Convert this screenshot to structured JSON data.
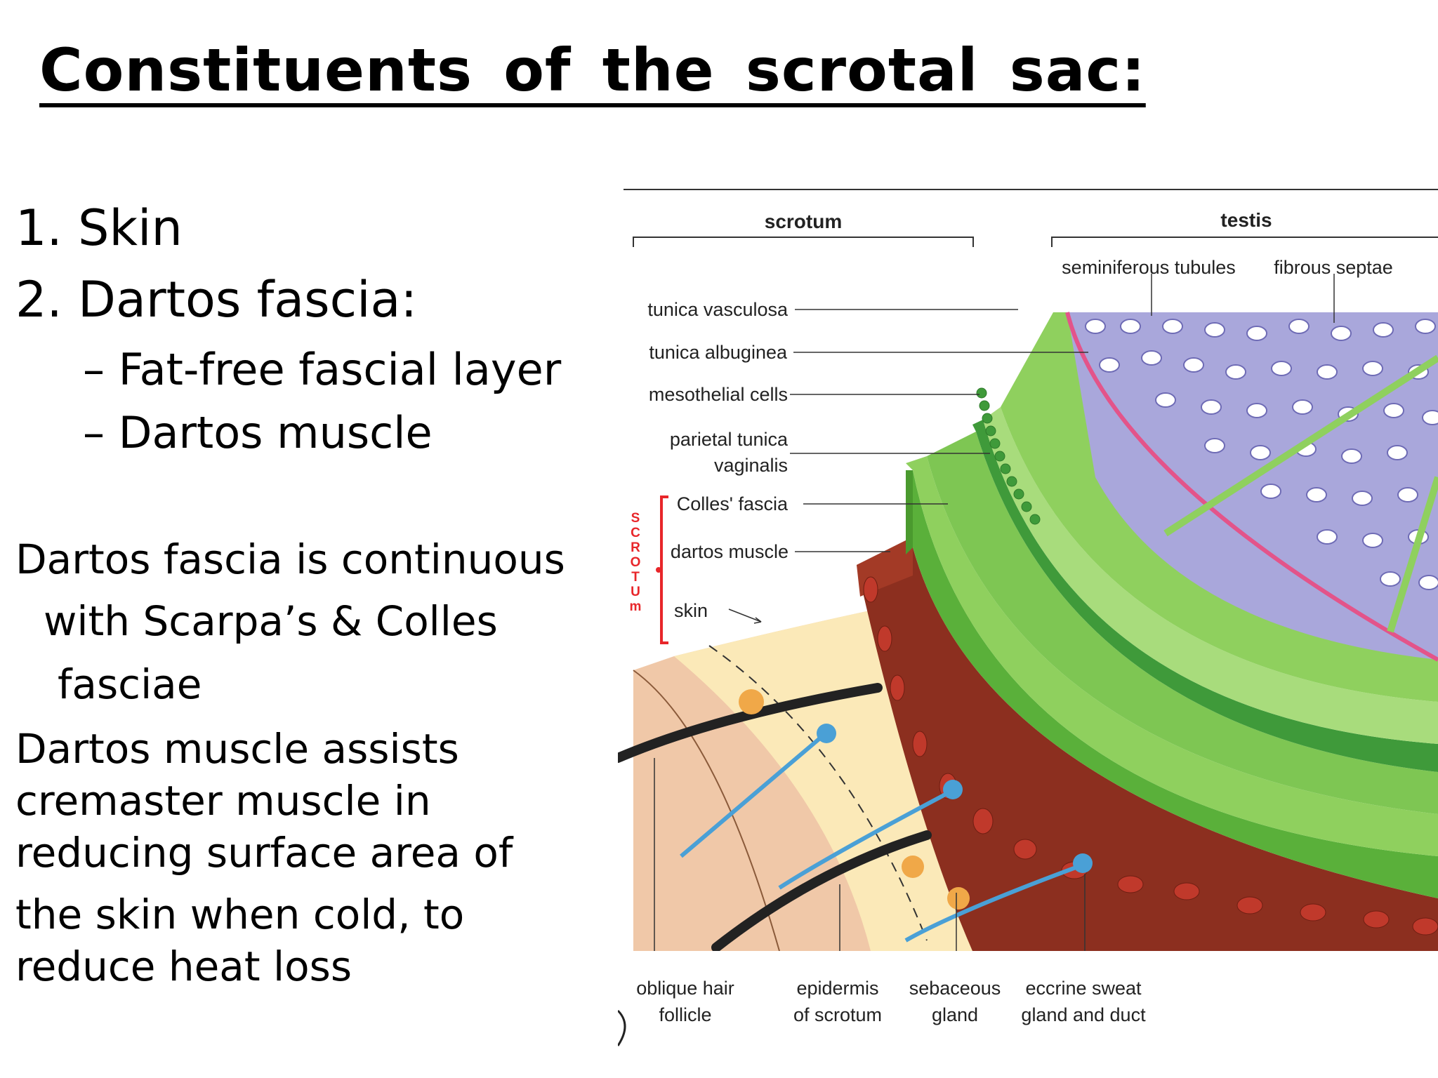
{
  "title": "Constituents  of the scrotal sac:",
  "list": {
    "item1": "1. Skin",
    "item2": "2. Dartos fascia:",
    "sub1": "–  Fat-free fascial layer",
    "sub2": "–  Dartos muscle"
  },
  "paragraph1": {
    "line1": "Dartos fascia is continuous",
    "line2": "with Scarpa’s & Colles",
    "line3": "fasciae"
  },
  "paragraph2": {
    "line1": "Dartos muscle assists",
    "line2": "cremaster muscle in",
    "line3": "reducing surface area of",
    "line4": "the skin when cold, to",
    "line5": "reduce heat loss"
  },
  "diagram": {
    "header_scrotum": "scrotum",
    "header_testis": "testis",
    "labels": {
      "seminiferous_tubules": "seminiferous tubules",
      "fibrous_septae": "fibrous septae",
      "tunica_vasculosa": "tunica vasculosa",
      "tunica_albuginea": "tunica albuginea",
      "mesothelial_cells": "mesothelial cells",
      "parietal_tunica_1": "parietal tunica",
      "parietal_tunica_2": "vaginalis",
      "colles_fascia": "Colles' fascia",
      "dartos_muscle": "dartos muscle",
      "skin": "skin",
      "oblique_hair_1": "oblique hair",
      "oblique_hair_2": "follicle",
      "epidermis_1": "epidermis",
      "epidermis_2": "of scrotum",
      "sebaceous_1": "sebaceous",
      "sebaceous_2": "gland",
      "eccrine_1": "eccrine sweat",
      "eccrine_2": "gland and duct"
    },
    "scrotum_vertical": [
      "S",
      "C",
      "R",
      "O",
      "T",
      "U",
      "m"
    ],
    "colors": {
      "accent_red": "#e8262a",
      "green_light": "#a8dc7c",
      "green_mid": "#6cc04a",
      "dermis_red": "#8c2f1f",
      "tubule_purple": "#a9a7db",
      "skin_pink": "#f0c8a8",
      "skin_cream": "#fbe9b8"
    }
  }
}
